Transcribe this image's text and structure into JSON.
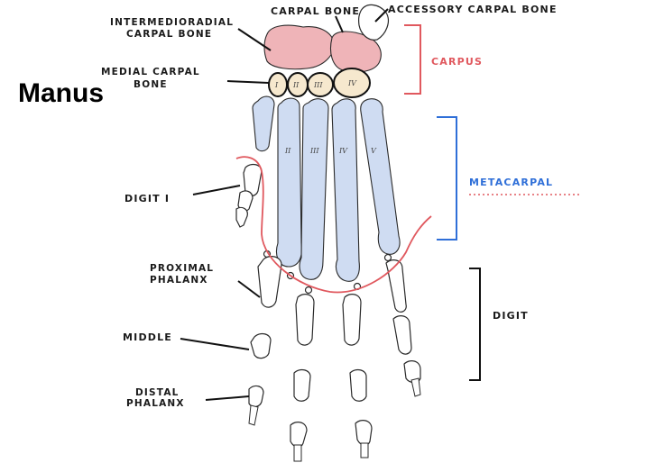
{
  "title": "Manus",
  "labels": {
    "carpal_top": "CARPAL BONE",
    "accessory": "ACCESSORY CARPAL BONE",
    "intermedioradial_1": "INTERMEDIORADIAL",
    "intermedioradial_2": "CARPAL BONE",
    "medial_1": "MEDIAL CARPAL",
    "medial_2": "BONE",
    "digit_i": "DIGIT I",
    "proximal_1": "PROXIMAL",
    "proximal_2": "PHALANX",
    "middle": "MIDDLE",
    "distal_1": "DISTAL",
    "distal_2": "PHALANX",
    "carpus": "CARPUS",
    "metacarpal": "METACARPAL",
    "digit": "DIGIT"
  },
  "roman_numerals": {
    "carpal_i": "I",
    "carpal_ii": "II",
    "carpal_iii": "III",
    "carpal_iv": "IV",
    "meta_ii": "II",
    "meta_iii": "III",
    "meta_iv": "IV",
    "meta_v": "V"
  },
  "colors": {
    "carpus": "#e0585e",
    "metacarpal": "#2f6fd8",
    "digit": "#111111",
    "carpal_fill": "#efb4b8",
    "metacarpal_fill": "#cfdcf2",
    "outline": "#e0585e"
  }
}
